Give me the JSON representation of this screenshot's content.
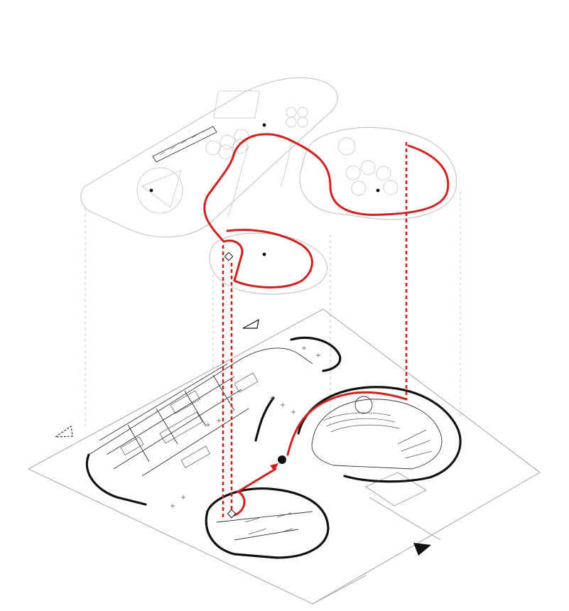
{
  "diagram": {
    "kind": "exploded-axonometric-floor-plan",
    "colors": {
      "circulation_path": "#d41f1f",
      "plan_walls": "#111111",
      "ghost_upper_level": "#c8c8c8",
      "background": "#ffffff"
    },
    "levels": [
      "upper-level",
      "ground-level"
    ],
    "icons": [
      "north-arrow-outline-icon",
      "north-arrow-filled-icon",
      "dashed-triangle-marker-icon",
      "entrance-dot-icon"
    ]
  }
}
